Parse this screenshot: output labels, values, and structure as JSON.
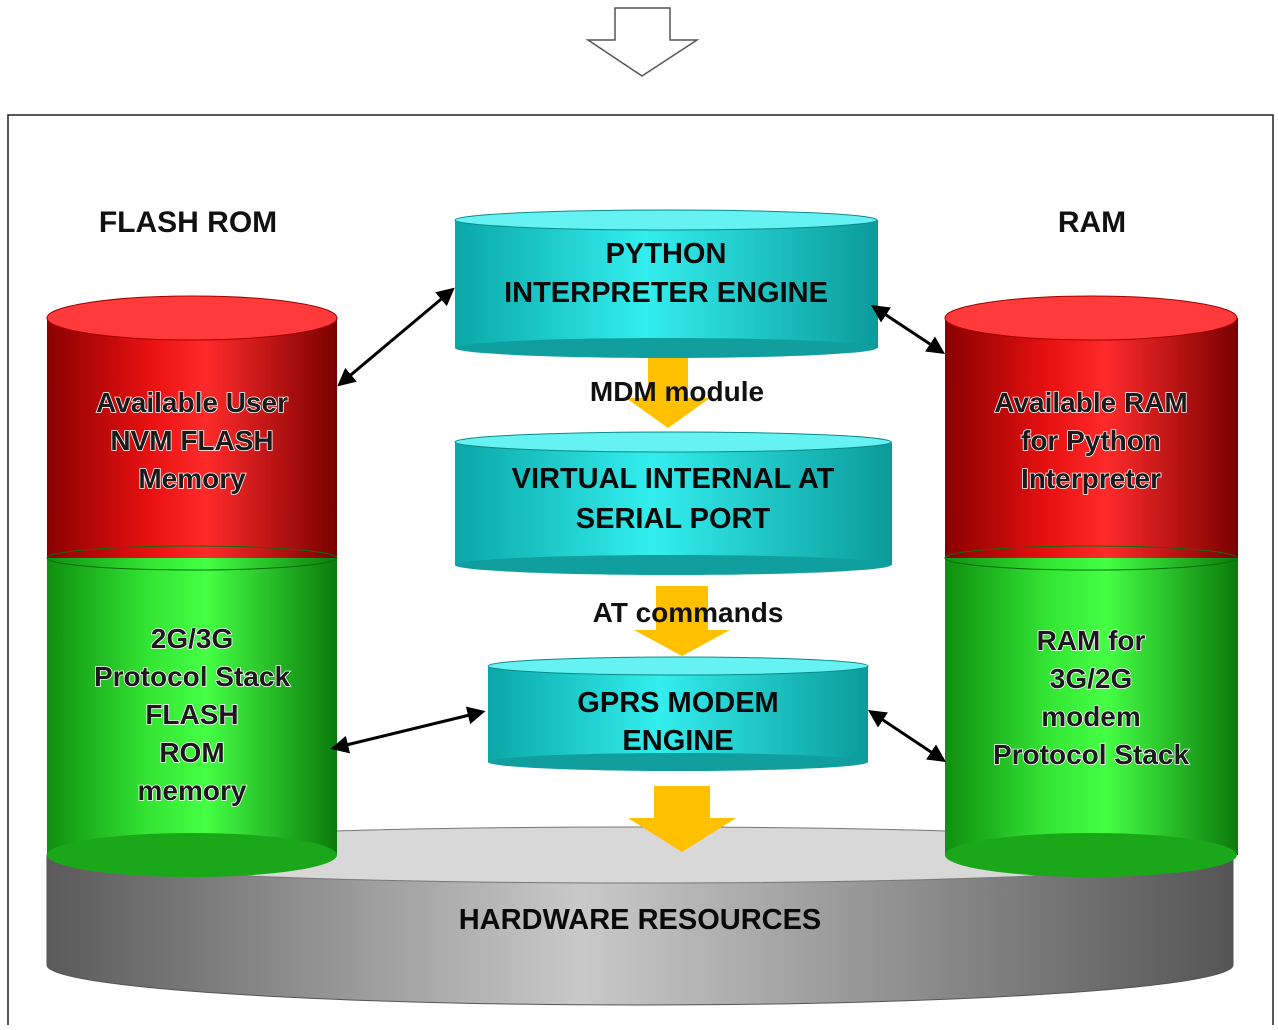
{
  "labels": {
    "flash_rom": "FLASH ROM",
    "ram": "RAM",
    "hardware": "HARDWARE RESOURCES"
  },
  "engines": {
    "python": [
      "PYTHON",
      "INTERPRETER ENGINE"
    ],
    "virtual_port": [
      "VIRTUAL INTERNAL AT",
      "SERIAL PORT"
    ],
    "gprs": [
      "GPRS MODEM",
      "ENGINE"
    ]
  },
  "links": {
    "mdm": "MDM module",
    "at": "AT commands"
  },
  "flash_cylinder": {
    "user_nvm": [
      "Available User",
      "NVM FLASH",
      "Memory"
    ],
    "protocol": [
      "2G/3G",
      "Protocol Stack",
      "FLASH",
      "ROM",
      "memory"
    ]
  },
  "ram_cylinder": {
    "available": [
      "Available RAM",
      "for Python",
      "Interpreter"
    ],
    "protocol": [
      "RAM for",
      "3G/2G",
      "modem",
      "Protocol Stack"
    ]
  },
  "colors": {
    "red_top": "#ff3030",
    "red_body": "#cc0000",
    "green_body": "#22cc22",
    "cyan": "#22e0e0",
    "gray": "#8a8a8a",
    "arrow_yellow": "#ffc000"
  }
}
